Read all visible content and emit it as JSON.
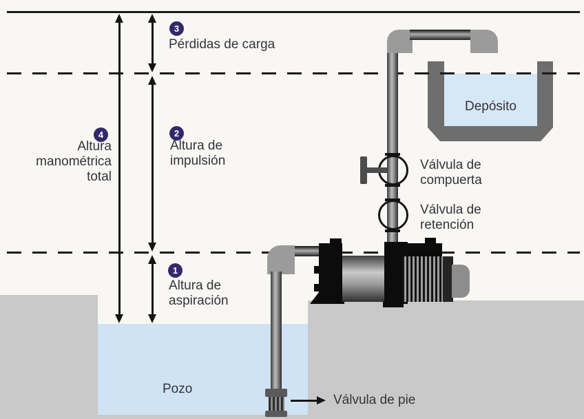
{
  "diagram": {
    "title_context": "pump-installation-head-diagram",
    "colors": {
      "background": "#f8f7f4",
      "badge": "#32296a",
      "water": "#cfe3f4",
      "tank_water": "#d6e7f6",
      "ground": "#c9c9c9",
      "tank_wall": "#6e6e6e",
      "line": "#1b1b1b"
    },
    "labels": {
      "head_loss": {
        "num": "3",
        "text": "Pérdidas de carga"
      },
      "discharge_head": {
        "num": "2",
        "text": "Altura de\nimpulsión"
      },
      "suction_head": {
        "num": "1",
        "text": "Altura de\naspiración"
      },
      "total_head": {
        "num": "4",
        "text": "Altura\nmanométrica\ntotal"
      },
      "tank": "Depósito",
      "well": "Pozo",
      "foot_valve": "Válvula de pie",
      "gate_valve": "Válvula de\ncompuerta",
      "check_valve": "Válvula de\nretención"
    }
  }
}
